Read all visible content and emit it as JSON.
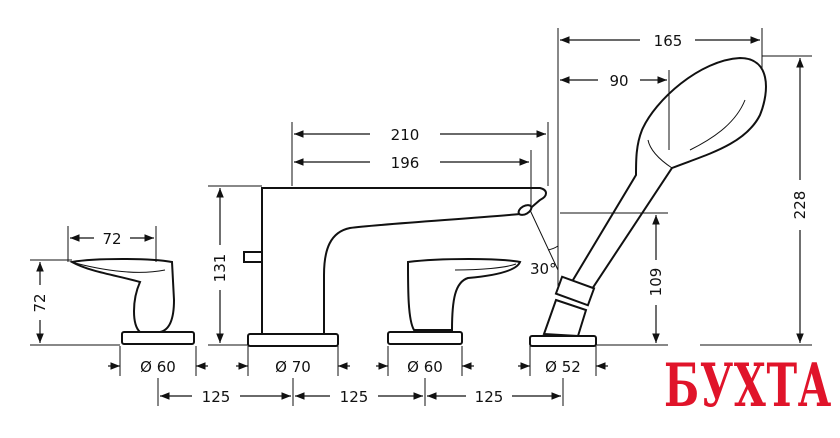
{
  "dimensions": {
    "d165": "165",
    "d90": "90",
    "d210": "210",
    "d196": "196",
    "d72_top": "72",
    "d72_side": "72",
    "d131": "131",
    "d109": "109",
    "d228": "228",
    "angle30": "30°",
    "dia60_left": "Ø 60",
    "dia70": "Ø 70",
    "dia60_right": "Ø 60",
    "dia52": "Ø 52",
    "spacing1": "125",
    "spacing2": "125",
    "spacing3": "125"
  },
  "watermark": {
    "text": "БУХТА",
    "color": "#e0142a"
  }
}
